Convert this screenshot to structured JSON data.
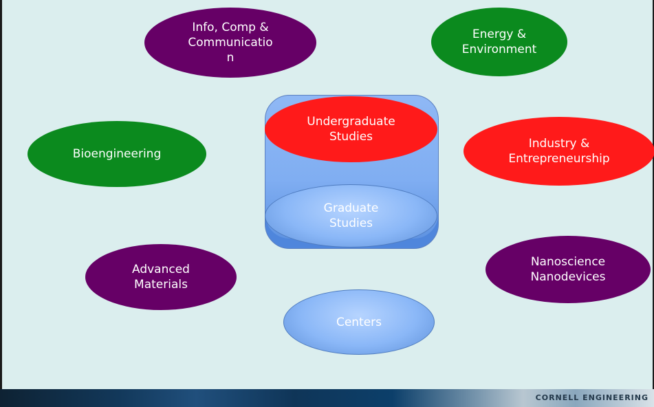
{
  "nodes": {
    "info_comp": "Info, Comp &\nCommunicatio\nn",
    "energy": "Energy &\nEnvironment",
    "bioengineering": "Bioengineering",
    "undergraduate": "Undergraduate\nStudies",
    "industry": "Industry &\nEntrepreneurship",
    "graduate": "Graduate\nStudies",
    "advanced_materials": "Advanced\nMaterials",
    "nanoscience": "Nanoscience\nNanodevices",
    "centers": "Centers"
  },
  "footer": {
    "brand": "CORNELL ENGINEERING"
  },
  "colors": {
    "purple": "#660066",
    "green": "#0b8a1e",
    "red": "#ff1a1a",
    "light_blue": "#8ab7f7",
    "background": "#dbeeee"
  }
}
